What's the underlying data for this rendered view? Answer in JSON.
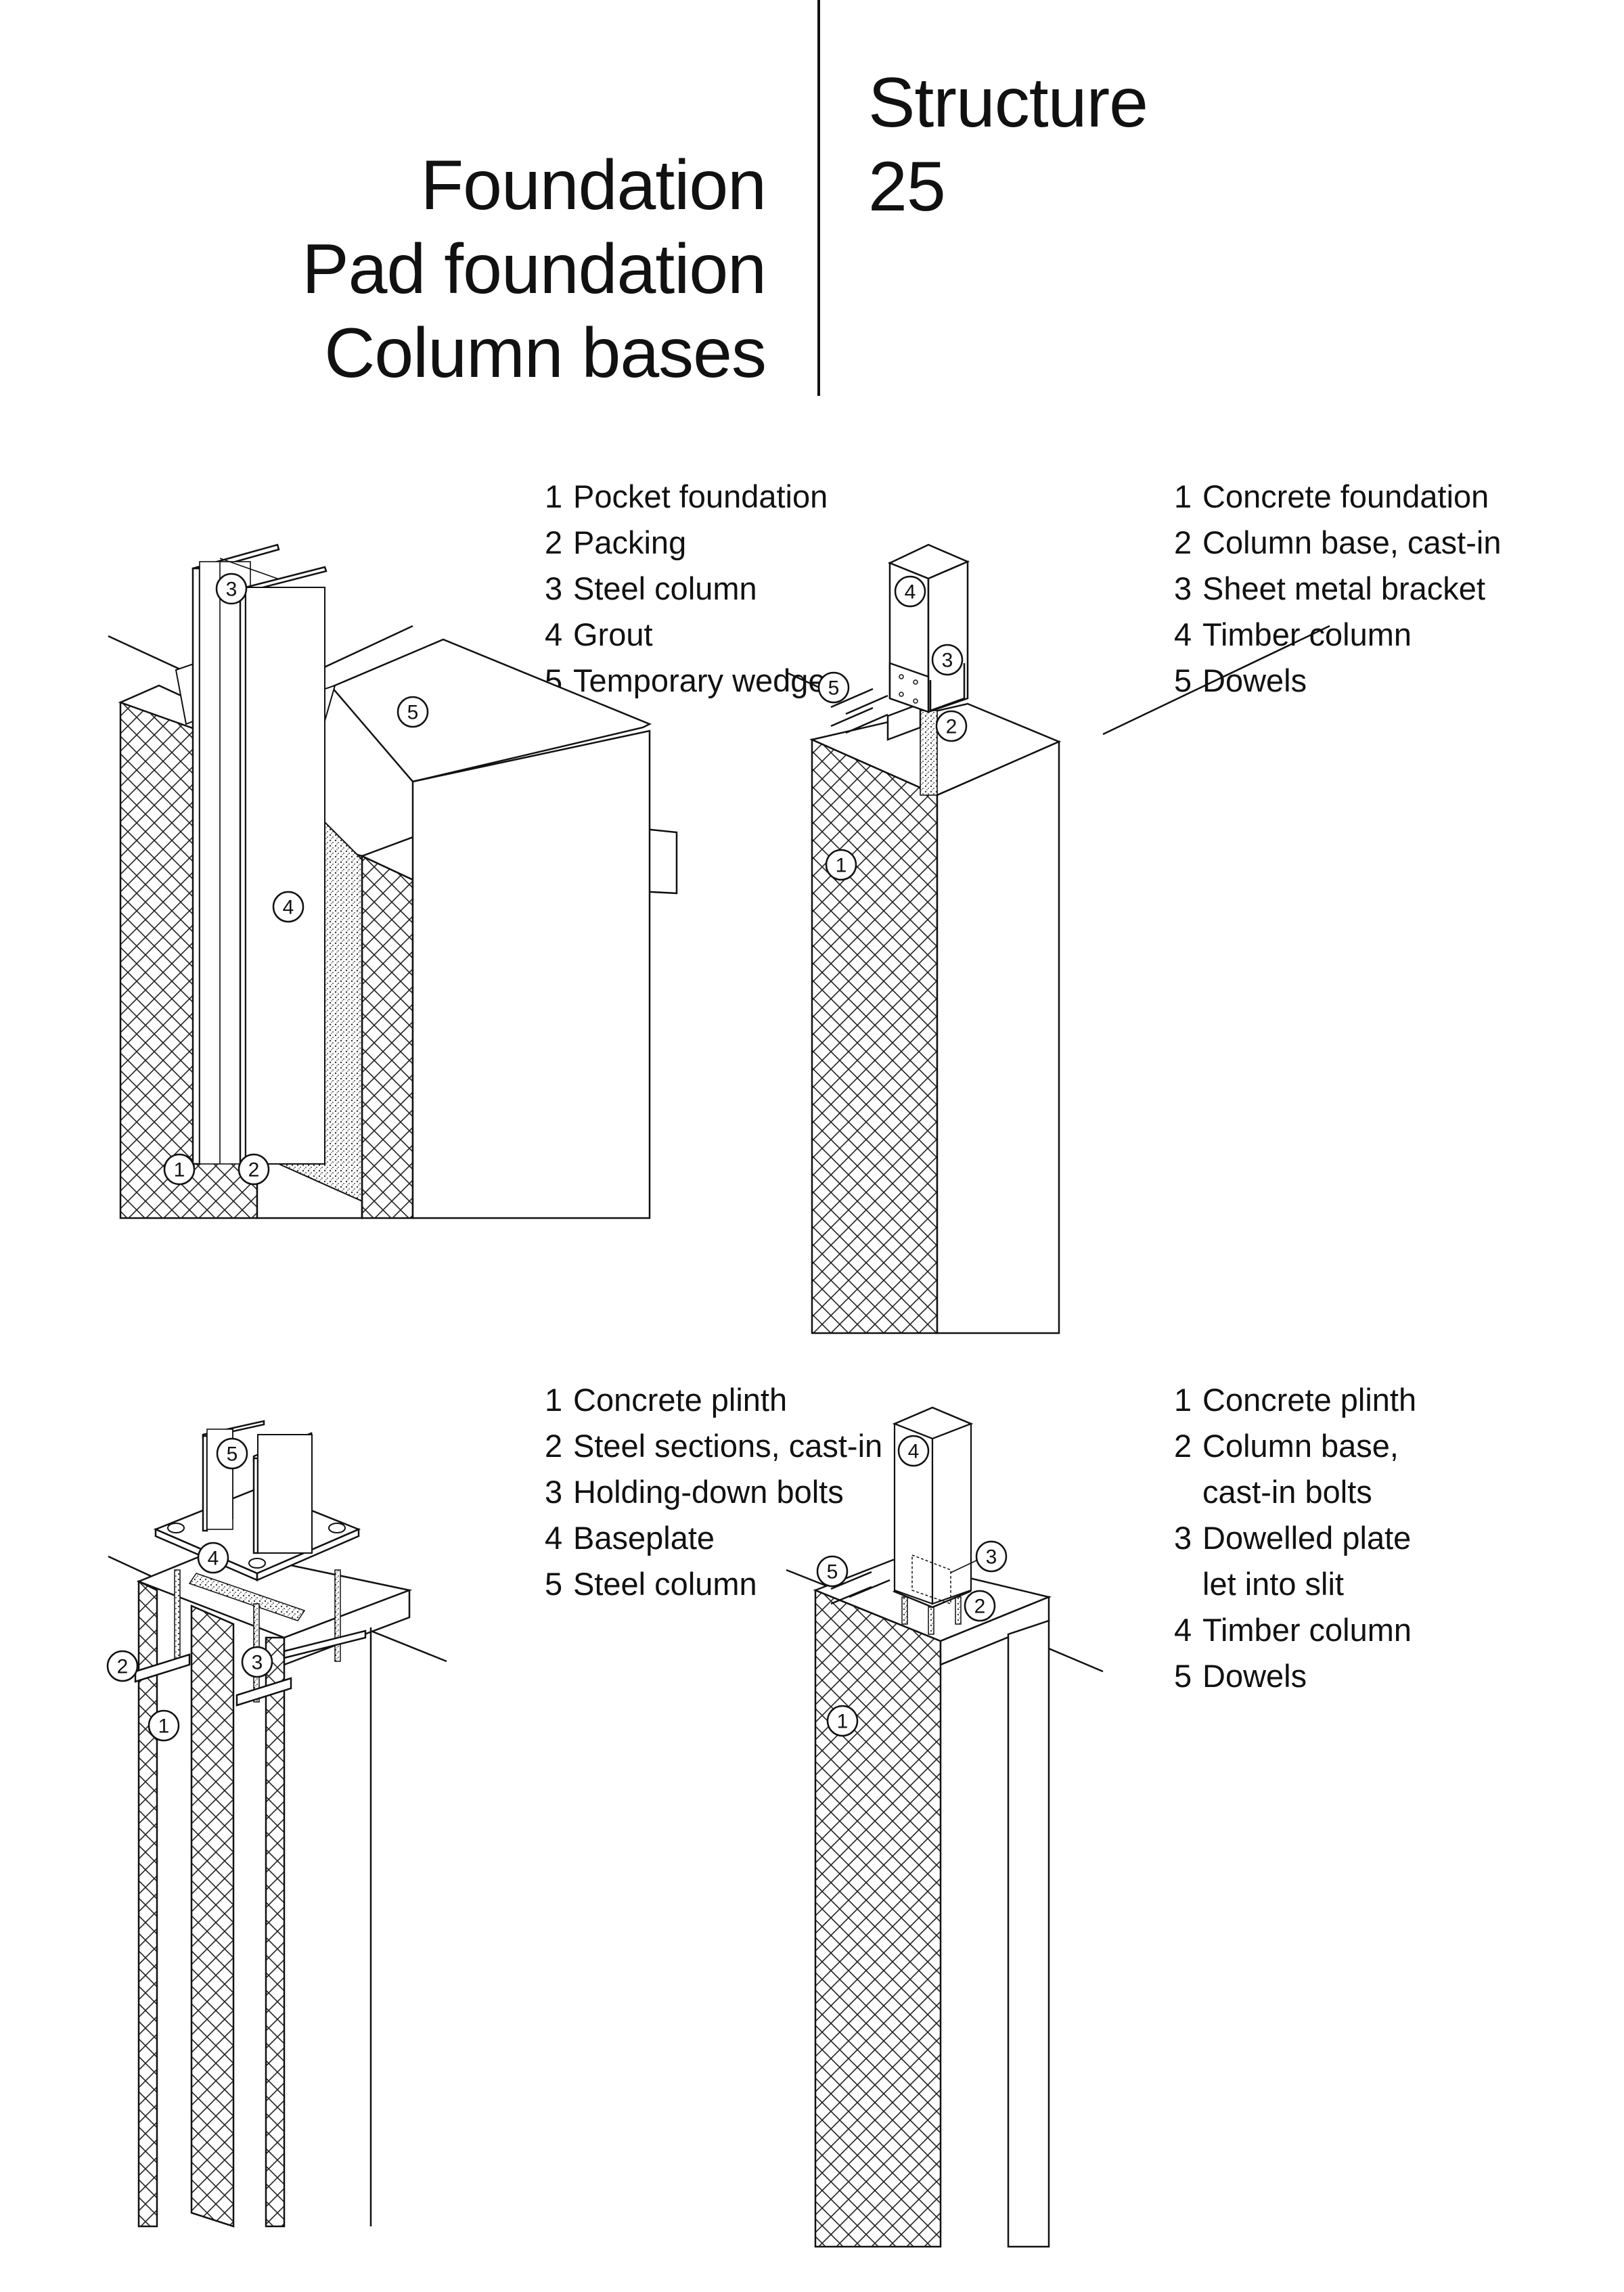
{
  "header": {
    "left_title_lines": [
      "Foundation",
      "Pad foundation",
      "Column bases"
    ],
    "right_title_lines": [
      "Structure",
      "25"
    ]
  },
  "figures": [
    {
      "id": "pocket-foundation",
      "legend": [
        {
          "num": "1",
          "lines": [
            "Pocket foundation"
          ]
        },
        {
          "num": "2",
          "lines": [
            "Packing"
          ]
        },
        {
          "num": "3",
          "lines": [
            "Steel column"
          ]
        },
        {
          "num": "4",
          "lines": [
            "Grout"
          ]
        },
        {
          "num": "5",
          "lines": [
            "Temporary wedges"
          ]
        }
      ],
      "callouts": [
        "1",
        "2",
        "3",
        "4",
        "5"
      ]
    },
    {
      "id": "timber-cast-in-base",
      "legend": [
        {
          "num": "1",
          "lines": [
            "Concrete foundation"
          ]
        },
        {
          "num": "2",
          "lines": [
            "Column base, cast-in"
          ]
        },
        {
          "num": "3",
          "lines": [
            "Sheet metal bracket"
          ]
        },
        {
          "num": "4",
          "lines": [
            "Timber column"
          ]
        },
        {
          "num": "5",
          "lines": [
            "Dowels"
          ]
        }
      ],
      "callouts": [
        "1",
        "2",
        "3",
        "4",
        "5"
      ]
    },
    {
      "id": "steel-baseplate",
      "legend": [
        {
          "num": "1",
          "lines": [
            "Concrete plinth"
          ]
        },
        {
          "num": "2",
          "lines": [
            "Steel sections, cast-in"
          ]
        },
        {
          "num": "3",
          "lines": [
            "Holding-down bolts"
          ]
        },
        {
          "num": "4",
          "lines": [
            "Baseplate"
          ]
        },
        {
          "num": "5",
          "lines": [
            "Steel column"
          ]
        }
      ],
      "callouts": [
        "1",
        "2",
        "3",
        "4",
        "5"
      ]
    },
    {
      "id": "timber-dowelled-plate",
      "legend": [
        {
          "num": "1",
          "lines": [
            "Concrete plinth"
          ]
        },
        {
          "num": "2",
          "lines": [
            "Column base,",
            "cast-in bolts"
          ]
        },
        {
          "num": "3",
          "lines": [
            "Dowelled plate",
            "let into slit"
          ]
        },
        {
          "num": "4",
          "lines": [
            "Timber column"
          ]
        },
        {
          "num": "5",
          "lines": [
            "Dowels"
          ]
        }
      ],
      "callouts": [
        "1",
        "2",
        "3",
        "4",
        "5"
      ]
    }
  ]
}
